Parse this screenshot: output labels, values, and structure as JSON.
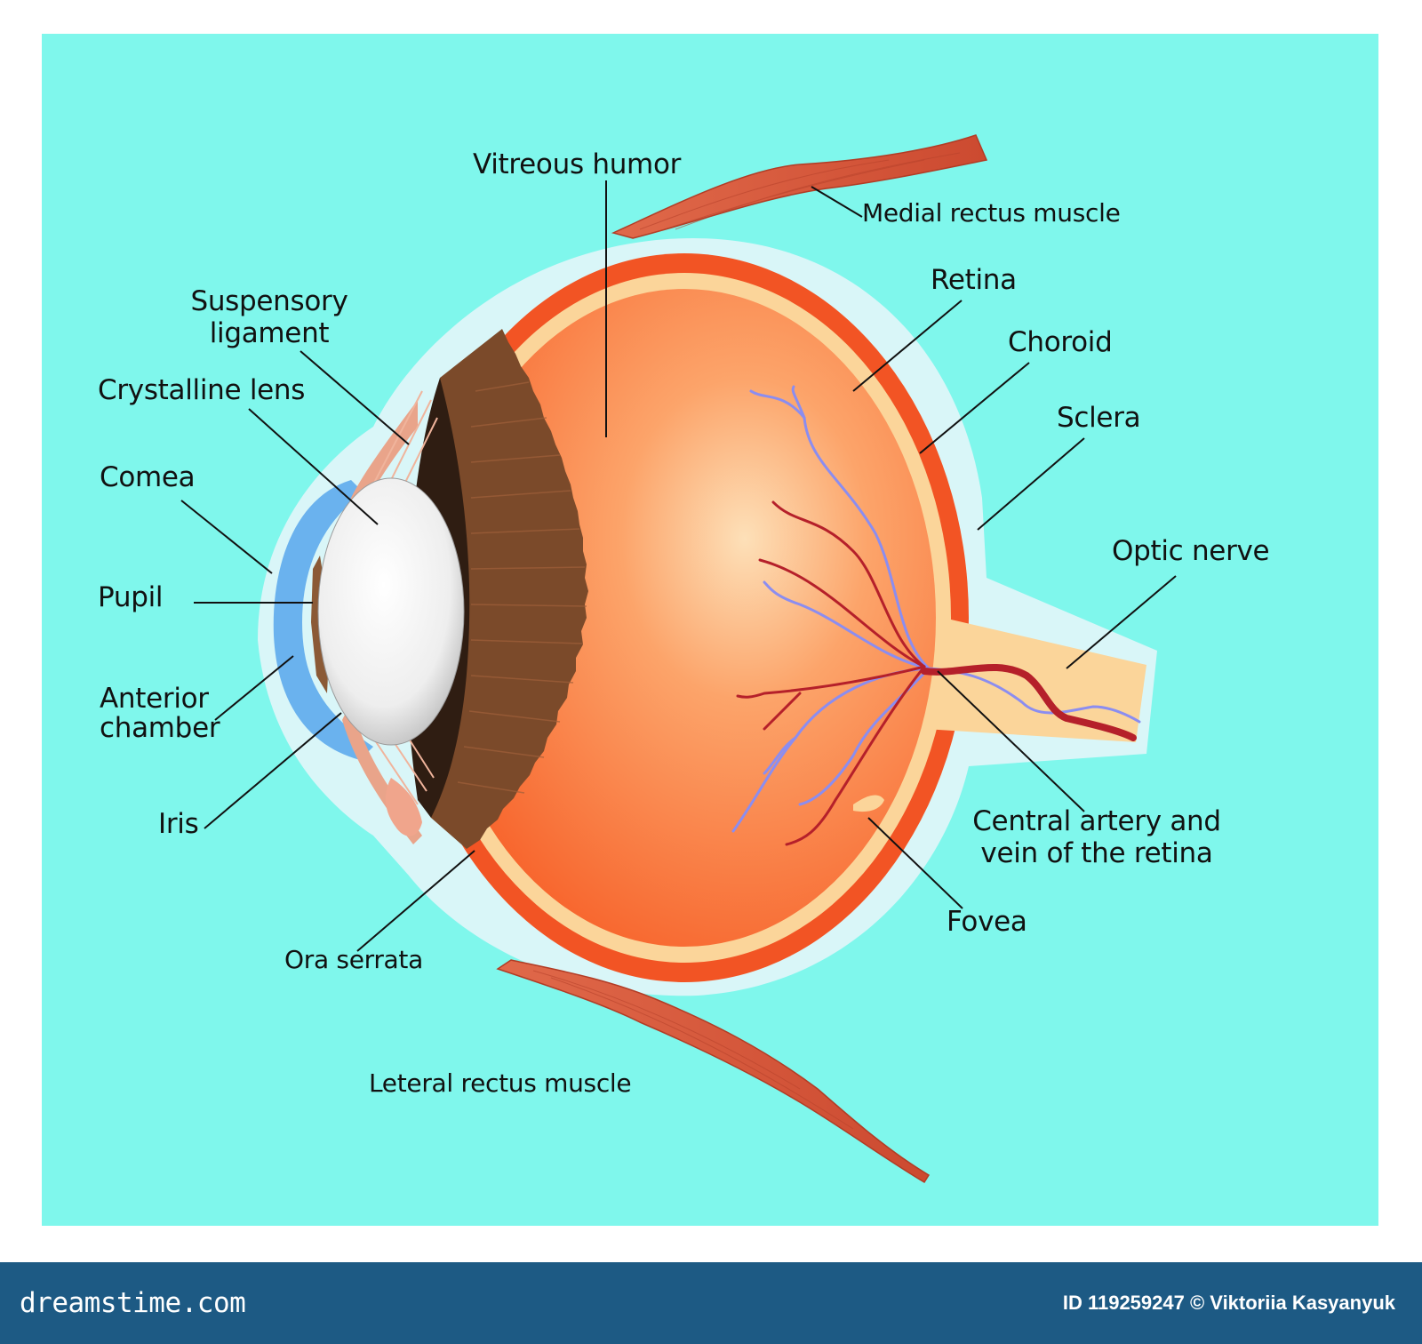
{
  "labels": {
    "vitreous_humor": "Vitreous humor",
    "medial_rectus": "Medial rectus muscle",
    "retina": "Retina",
    "suspensory_ligament": [
      "Suspensory",
      "ligament"
    ],
    "choroid": "Choroid",
    "crystalline_lens": "Crystalline lens",
    "sclera": "Sclera",
    "cornea": "Comea",
    "optic_nerve": "Optic nerve",
    "pupil": "Pupil",
    "anterior_chamber": [
      "Anterior",
      "chamber"
    ],
    "iris": "Iris",
    "central_artery": [
      "Central artery and",
      "vein of the retina"
    ],
    "fovea": "Fovea",
    "ora_serrata": "Ora serrata",
    "lateral_rectus": "Leteral rectus muscle"
  },
  "footer": {
    "brand": "dreamstime.com",
    "id_credit": "ID 119259247 © Viktoriia  Kasyanyuk"
  },
  "colors": {
    "background": "#7ff7ec",
    "sclera": "#d9f6f8",
    "choroid": "#f25424",
    "retina": "#fbd59a",
    "vitreous": "#fb7a33",
    "ciliary": "#7b4a2a",
    "muscle": "#dd5a3c",
    "artery": "#b5202a",
    "vein": "#8b8df0",
    "footer": "#1d5a84"
  }
}
